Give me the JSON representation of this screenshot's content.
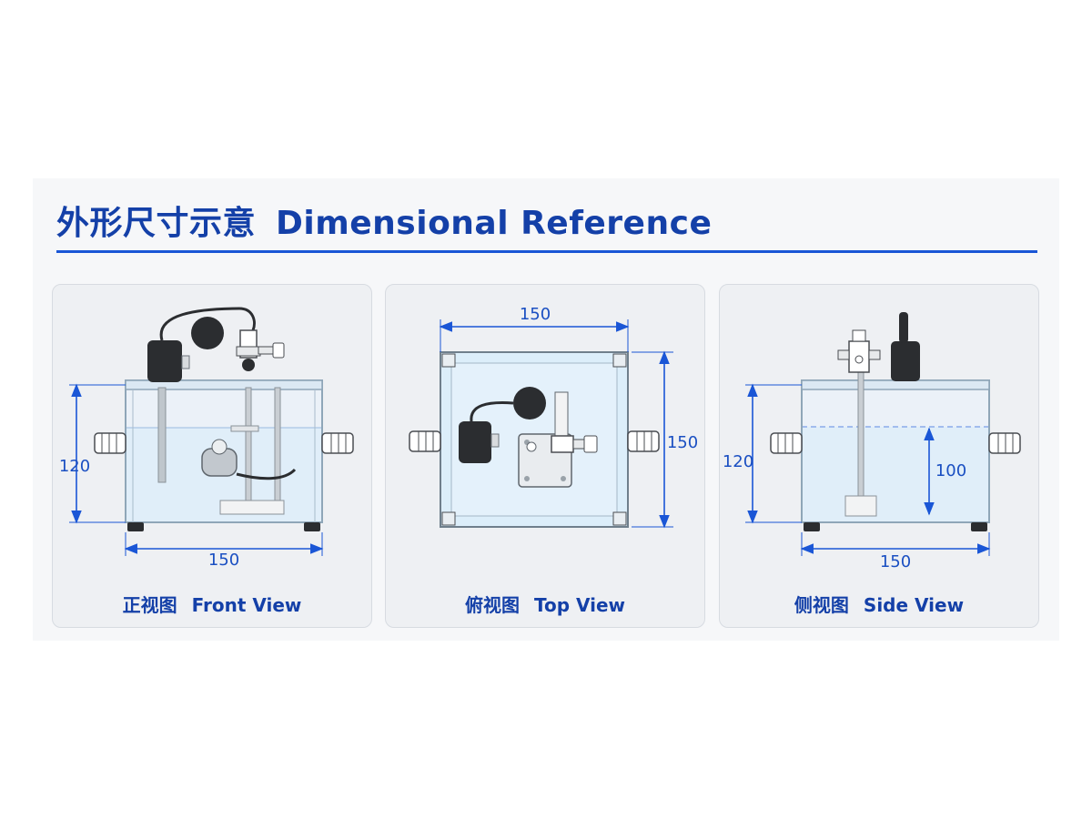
{
  "title": {
    "zh": "外形尺寸示意",
    "en": "Dimensional Reference"
  },
  "views": {
    "front": {
      "caption_zh": "正视图",
      "caption_en": "Front View",
      "dims": {
        "height": "120",
        "width": "150"
      }
    },
    "top": {
      "caption_zh": "俯视图",
      "caption_en": "Top View",
      "dims": {
        "width": "150",
        "depth": "150"
      }
    },
    "side": {
      "caption_zh": "侧视图",
      "caption_en": "Side View",
      "dims": {
        "height": "120",
        "water_level": "100",
        "width": "150"
      }
    }
  },
  "colors": {
    "accent": "#1a56d6",
    "title": "#1440a8",
    "water": "#d4e9f7",
    "glass": "#e9f3fb",
    "frame": "#8fa6b8",
    "device": "#2b2d30"
  }
}
